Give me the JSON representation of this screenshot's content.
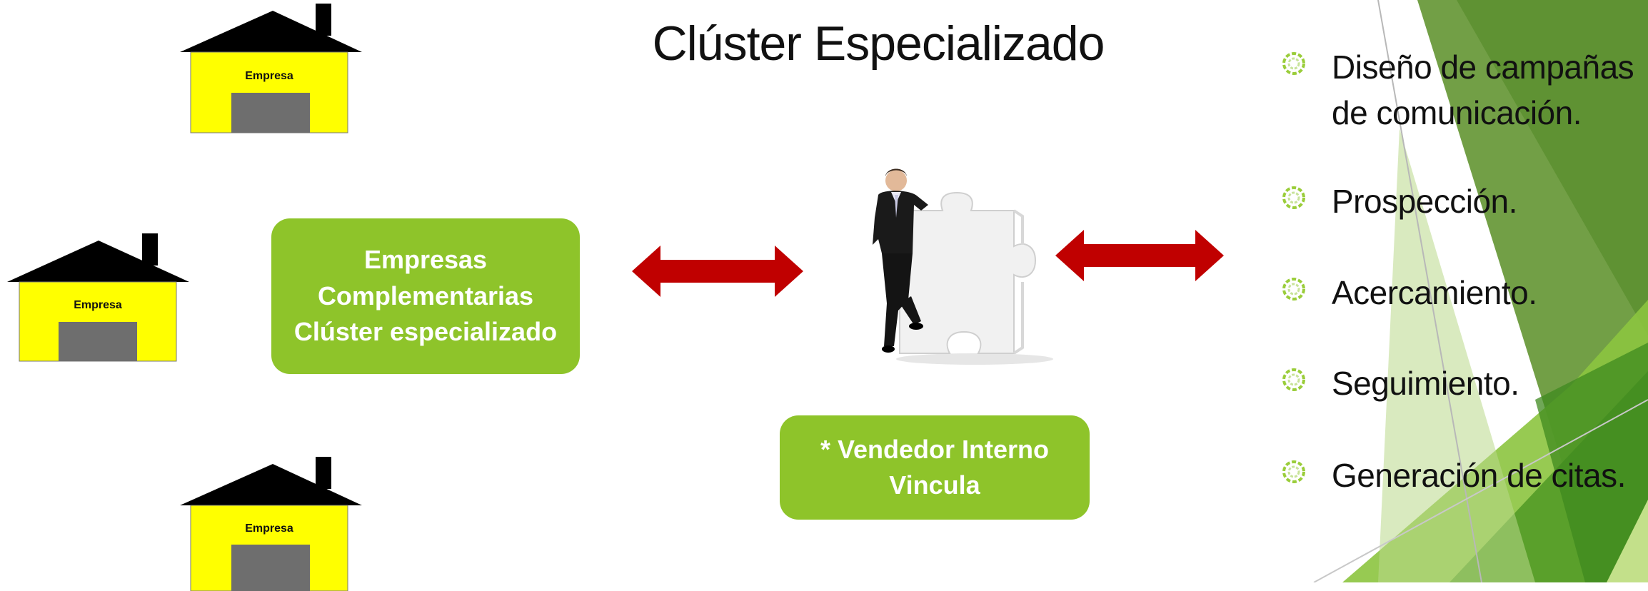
{
  "title": "Clúster Especializado",
  "houses": [
    {
      "label": "Empresa"
    },
    {
      "label": "Empresa"
    },
    {
      "label": "Empresa"
    }
  ],
  "cluster_box": {
    "lines": [
      "Empresas",
      "Complementarias",
      "Clúster especializado"
    ]
  },
  "vendor_box": {
    "lines": [
      "* Vendedor Interno",
      "Vincula"
    ]
  },
  "bullets": [
    {
      "lines": [
        "Diseño de campañas",
        "de comunicación."
      ]
    },
    {
      "lines": [
        "Prospección."
      ]
    },
    {
      "lines": [
        "Acercamiento."
      ]
    },
    {
      "lines": [
        "Seguimiento."
      ]
    },
    {
      "lines": [
        "Generación de citas."
      ]
    }
  ],
  "colors": {
    "box_green": "#8ec42a",
    "arrow_red": "#c00000",
    "house_yellow": "#ffff00",
    "door_gray": "#6e6e6e",
    "roof_black": "#000000"
  },
  "icons": {
    "bullet": "swirl-bullet-icon",
    "person": "businessman-with-puzzle-piece-icon"
  }
}
